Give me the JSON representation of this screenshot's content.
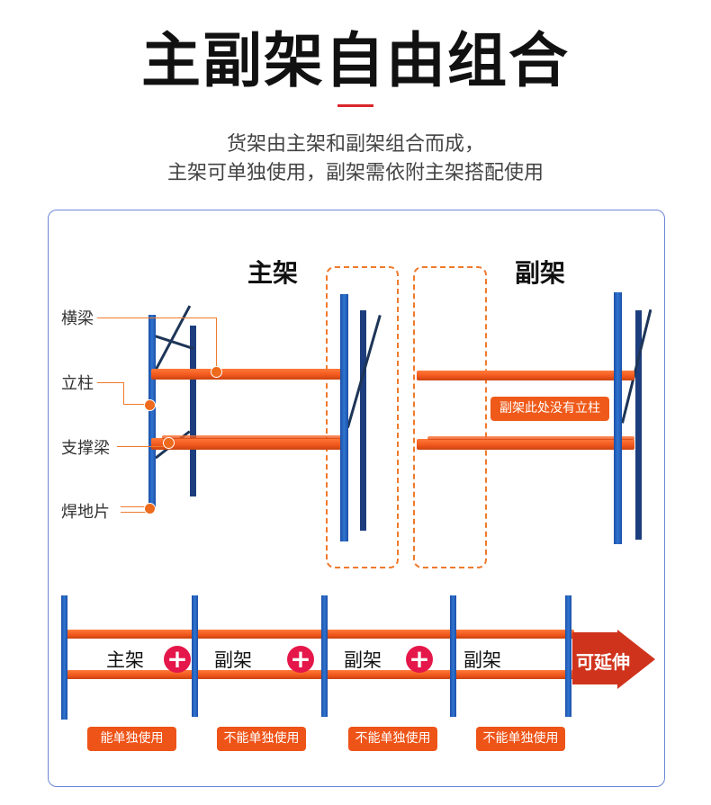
{
  "title": "主副架自由组合",
  "subtitle": [
    "货架由主架和副架组合而成，",
    "主架可单独使用，副架需依附主架搭配使用"
  ],
  "diagram": {
    "main_label": "主架",
    "sub_label": "副架",
    "parts": [
      "横梁",
      "立柱",
      "支撑梁",
      "焊地片"
    ],
    "sub_note": "副架此处没有立柱"
  },
  "combo": {
    "units": [
      "主架",
      "副架",
      "副架",
      "副架"
    ],
    "extend_label": "可延伸",
    "plus_symbol": "+",
    "usage": [
      "能单独使用",
      "不能单独使用",
      "不能单独使用",
      "不能单独使用"
    ]
  },
  "colors": {
    "beam": "#f0561c",
    "upright": "#2f74d0",
    "accent": "#d9262c"
  }
}
